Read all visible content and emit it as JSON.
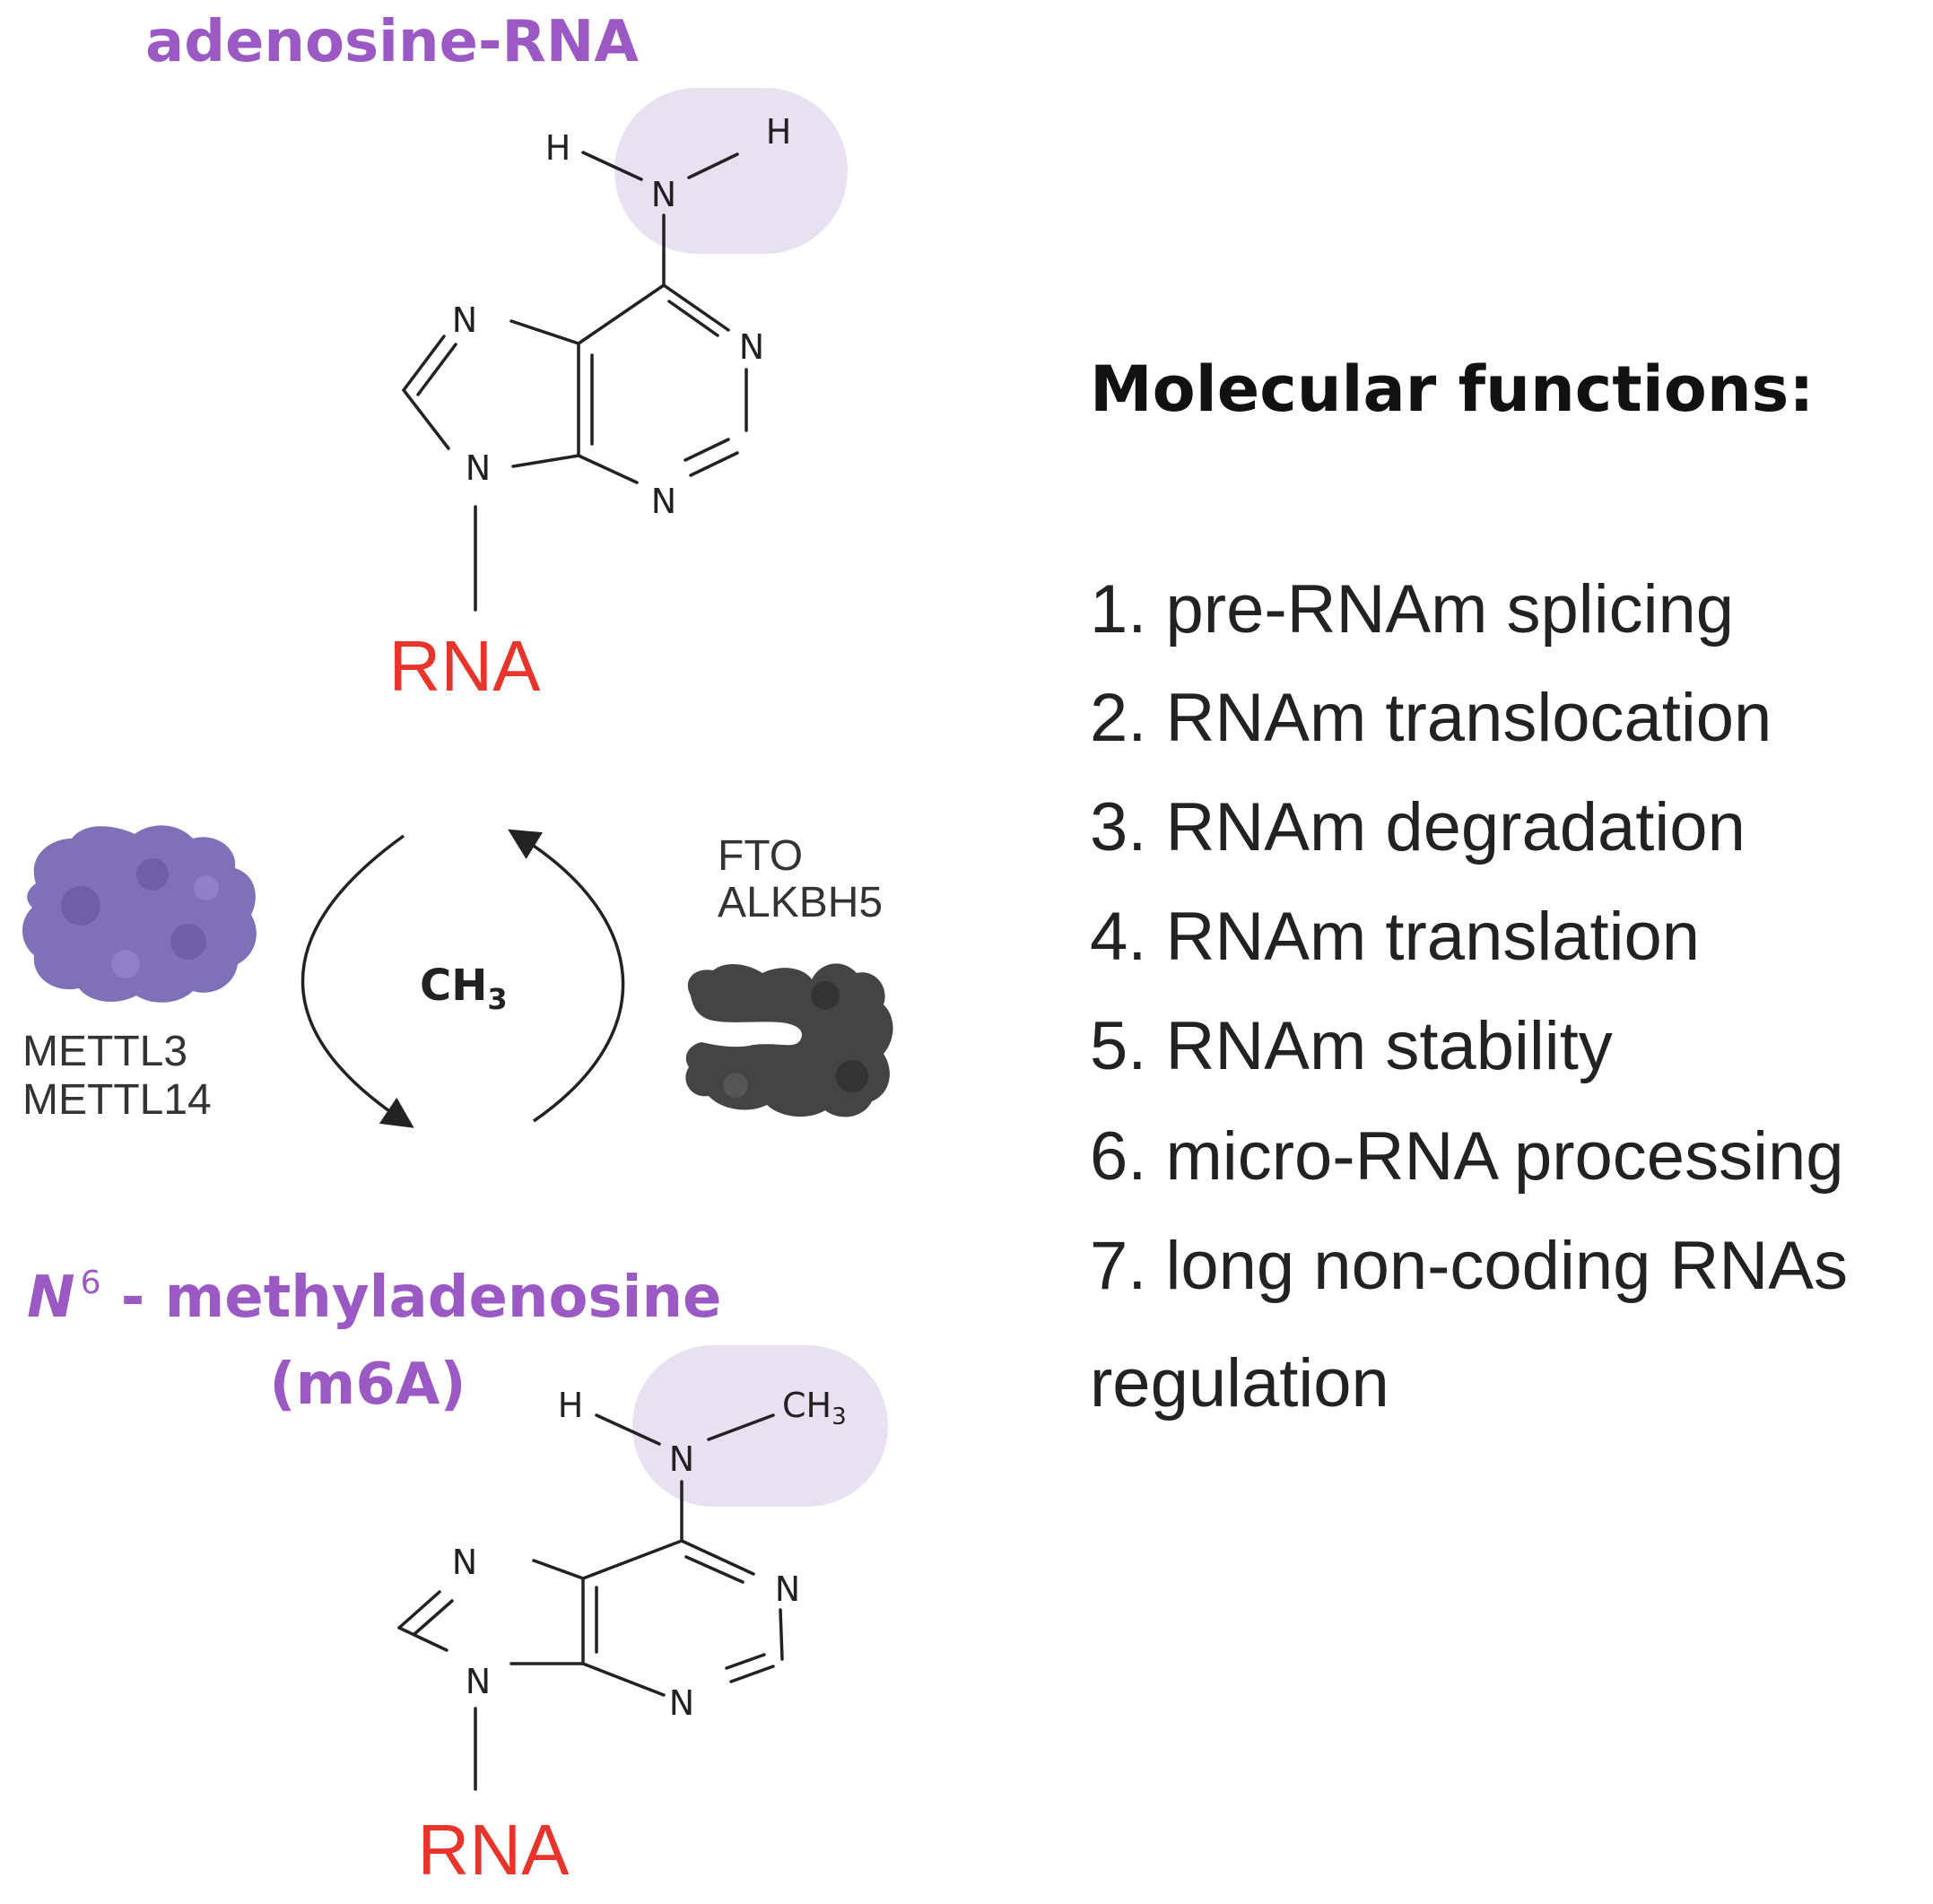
{
  "colors": {
    "purple": "#9b59c4",
    "highlight": "#e9e1f1",
    "rna_red": "#e8342b",
    "writer_protein": "#8070b8",
    "eraser_protein": "#444444"
  },
  "top_molecule": {
    "title": "adenosine-RNA",
    "amine_h_left": "H",
    "amine_n": "N",
    "amine_h_right": "H",
    "ring_n_left_top": "N",
    "ring_n_right_top": "N",
    "ring_n_left_bottom": "N",
    "ring_n_bottom": "N",
    "rna_label": "RNA"
  },
  "cycle": {
    "methyl": "CH",
    "methyl_sub": "3",
    "writers": [
      "METTL3",
      "METTL14"
    ],
    "erasers": [
      "FTO",
      "ALKBH5"
    ],
    "writer_icon": "protein-blob-icon",
    "eraser_icon": "protein-blob-icon"
  },
  "bottom_molecule": {
    "title_italic": "N",
    "title_sup": "6",
    "title_rest": " - methyladenosine",
    "title_line2": "(m6A)",
    "amine_h": "H",
    "amine_n": "N",
    "amine_ch": "CH",
    "amine_ch_sub": "3",
    "ring_n_left_top": "N",
    "ring_n_right_top": "N",
    "ring_n_left_bottom": "N",
    "ring_n_bottom": "N",
    "rna_label": "RNA"
  },
  "functions": {
    "heading": "Molecular functions:",
    "items": [
      "1. pre-RNAm splicing",
      "2. RNAm translocation",
      "3. RNAm degradation",
      "4. RNAm translation",
      "5. RNAm stability",
      "6. micro-RNA processing",
      "7. long non-coding RNAs",
      "regulation"
    ]
  }
}
